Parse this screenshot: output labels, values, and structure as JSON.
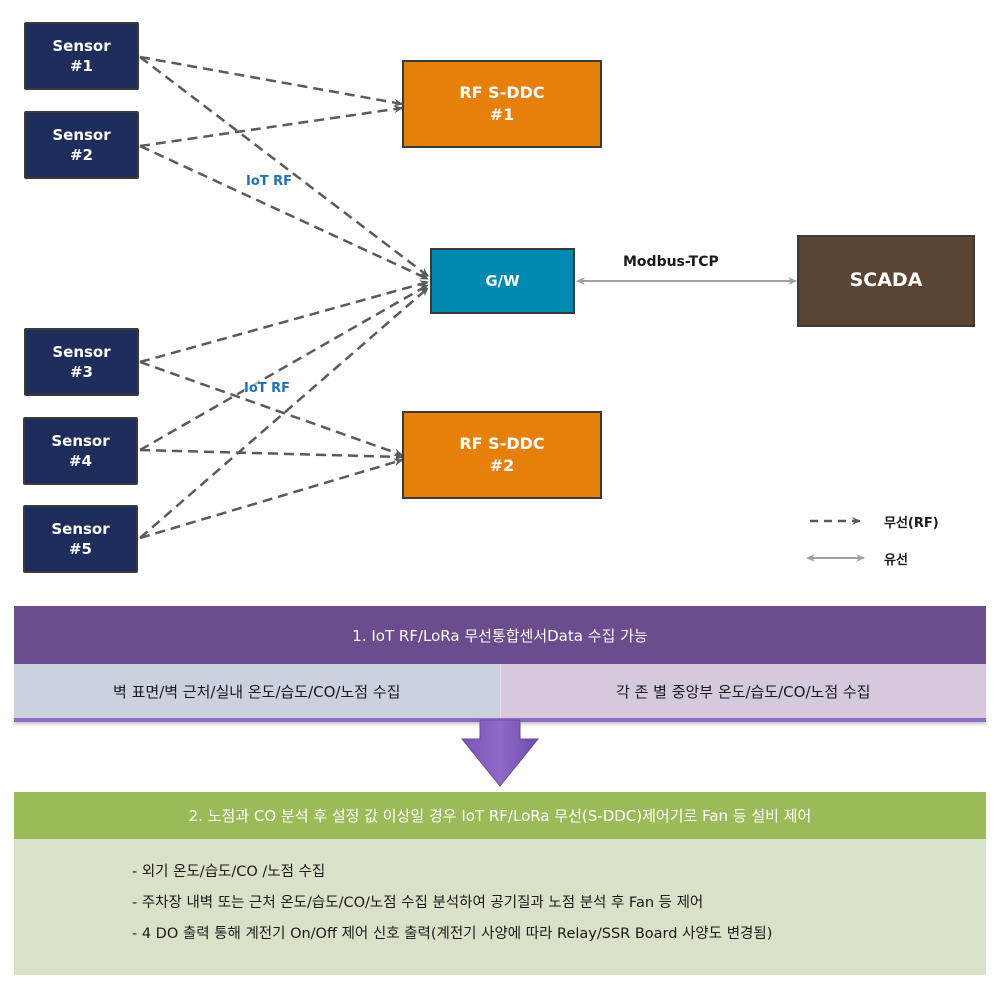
{
  "diagram": {
    "sensors": [
      {
        "label": "Sensor\n#1"
      },
      {
        "label": "Sensor\n#2"
      },
      {
        "label": "Sensor\n#3"
      },
      {
        "label": "Sensor\n#4"
      },
      {
        "label": "Sensor\n#5"
      }
    ],
    "sddc": [
      {
        "label": "RF S-DDC\n#1"
      },
      {
        "label": "RF S-DDC\n#2"
      }
    ],
    "gateway": {
      "label": "G/W"
    },
    "scada": {
      "label": "SCADA"
    },
    "link_labels": {
      "rf_top": "IoT RF",
      "rf_bottom": "IoT RF",
      "modbus": "Modbus-TCP"
    },
    "legend": {
      "wireless": "무선(RF)",
      "wired": "유선"
    },
    "colors": {
      "sensor": "#1f2d5c",
      "sddc": "#e6800a",
      "gateway": "#0089b0",
      "scada": "#5a4535",
      "rf_label": "#1e73b8",
      "dashed_line": "#5a5a5a",
      "wired_line": "#a0a0a0"
    }
  },
  "section1": {
    "title": "1. IoT RF/LoRa 무선통합센서Data 수집 가능",
    "cells": [
      "벽 표면/벽 근처/실내 온도/습도/CO/노점 수집",
      "각 존 별 중앙부 온도/습도/CO/노점 수집"
    ],
    "color": "#6b4c8f"
  },
  "section2": {
    "title": "2. 노점과 CO 분석 후 설정 값 이상일 경우  IoT RF/LoRa 무선(S-DDC)제어기로 Fan 등 설비 제어",
    "bullets": [
      "- 외기 온도/습도/CO /노점 수집",
      "- 주차장 내벽 또는 근처 온도/습도/CO/노점 수집 분석하여 공기질과 노점 분석 후 Fan 등 제어",
      "- 4 DO 출력 통해 계전기 On/Off 제어 신호 출력(계전기 사양에 따라 Relay/SSR Board 사양도 변경됨)"
    ],
    "color": "#9bbb59"
  }
}
